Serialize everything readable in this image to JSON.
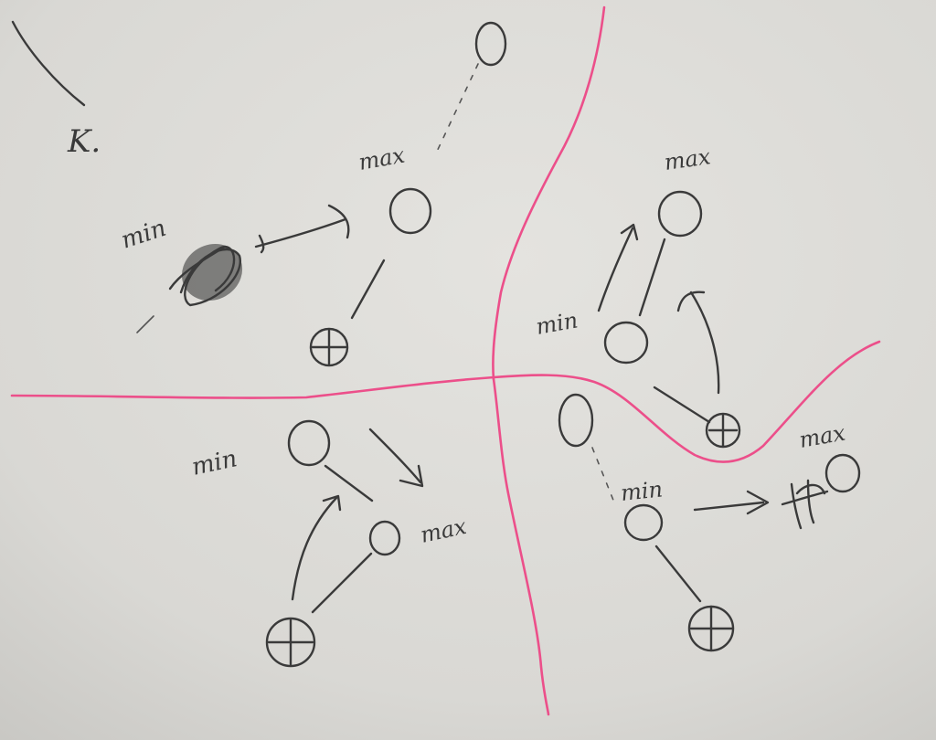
{
  "colors": {
    "paper": "#dedcd8",
    "pencil": "#3a3a3a",
    "divider": "#ec4f8a"
  },
  "labels": {
    "corner_mark": "K.",
    "top_left": {
      "min": "min",
      "max": "max"
    },
    "top_right": {
      "min": "min",
      "max": "max"
    },
    "bottom_left": {
      "min": "min",
      "max": "max"
    },
    "bottom_right": {
      "min": "min",
      "max": "max"
    }
  },
  "symbols": {
    "node": "circle",
    "terminal": "circle-plus"
  }
}
